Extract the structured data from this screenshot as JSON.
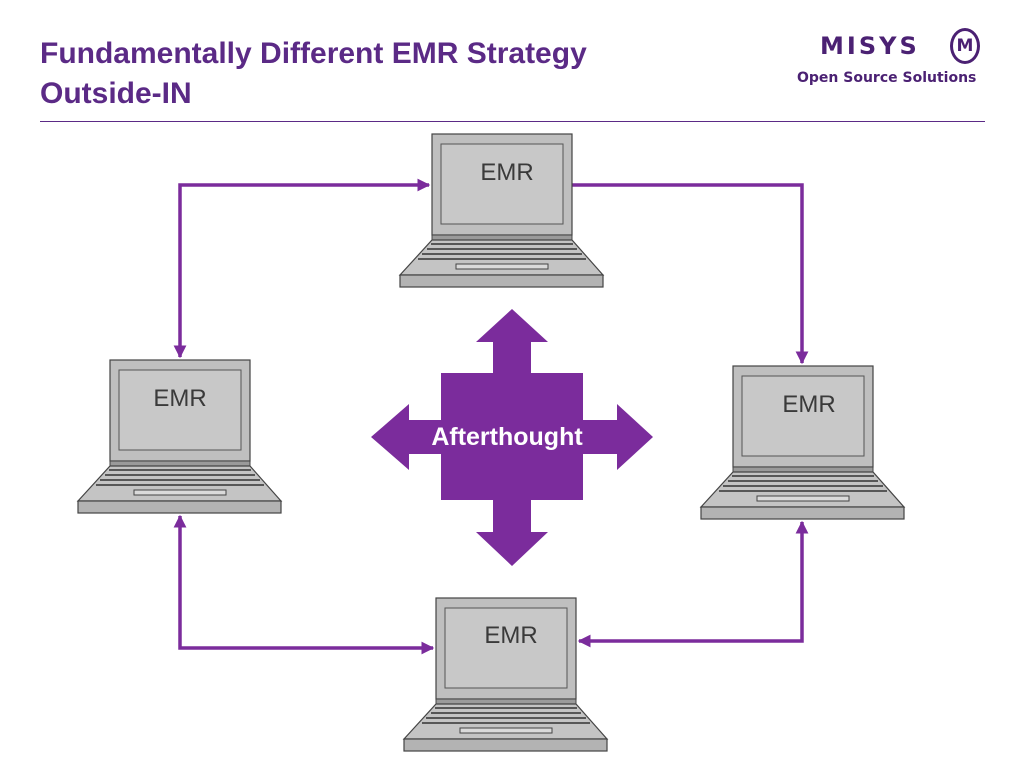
{
  "slide": {
    "title_line1": "Fundamentally Different EMR Strategy",
    "title_line2": "Outside-IN"
  },
  "logo": {
    "wordmark": "MISYS",
    "mark": "M",
    "tagline": "Open Source Solutions"
  },
  "diagram": {
    "center_label": "Afterthought",
    "laptops": {
      "top": {
        "label": "EMR"
      },
      "left": {
        "label": "EMR"
      },
      "right": {
        "label": "EMR"
      },
      "bottom": {
        "label": "EMR"
      }
    },
    "connections": [
      {
        "from": "left",
        "to": "top",
        "arrows": "both"
      },
      {
        "from": "top",
        "to": "right",
        "arrows": "one-way"
      },
      {
        "from": "left",
        "to": "bottom",
        "arrows": "both"
      },
      {
        "from": "right",
        "to": "bottom",
        "arrows": "both"
      }
    ]
  },
  "colors": {
    "title": "#5B2A86",
    "accent": "#7B2C9C",
    "laptop_gray": "#BFBFBF",
    "center_text": "#FFFFFF"
  }
}
